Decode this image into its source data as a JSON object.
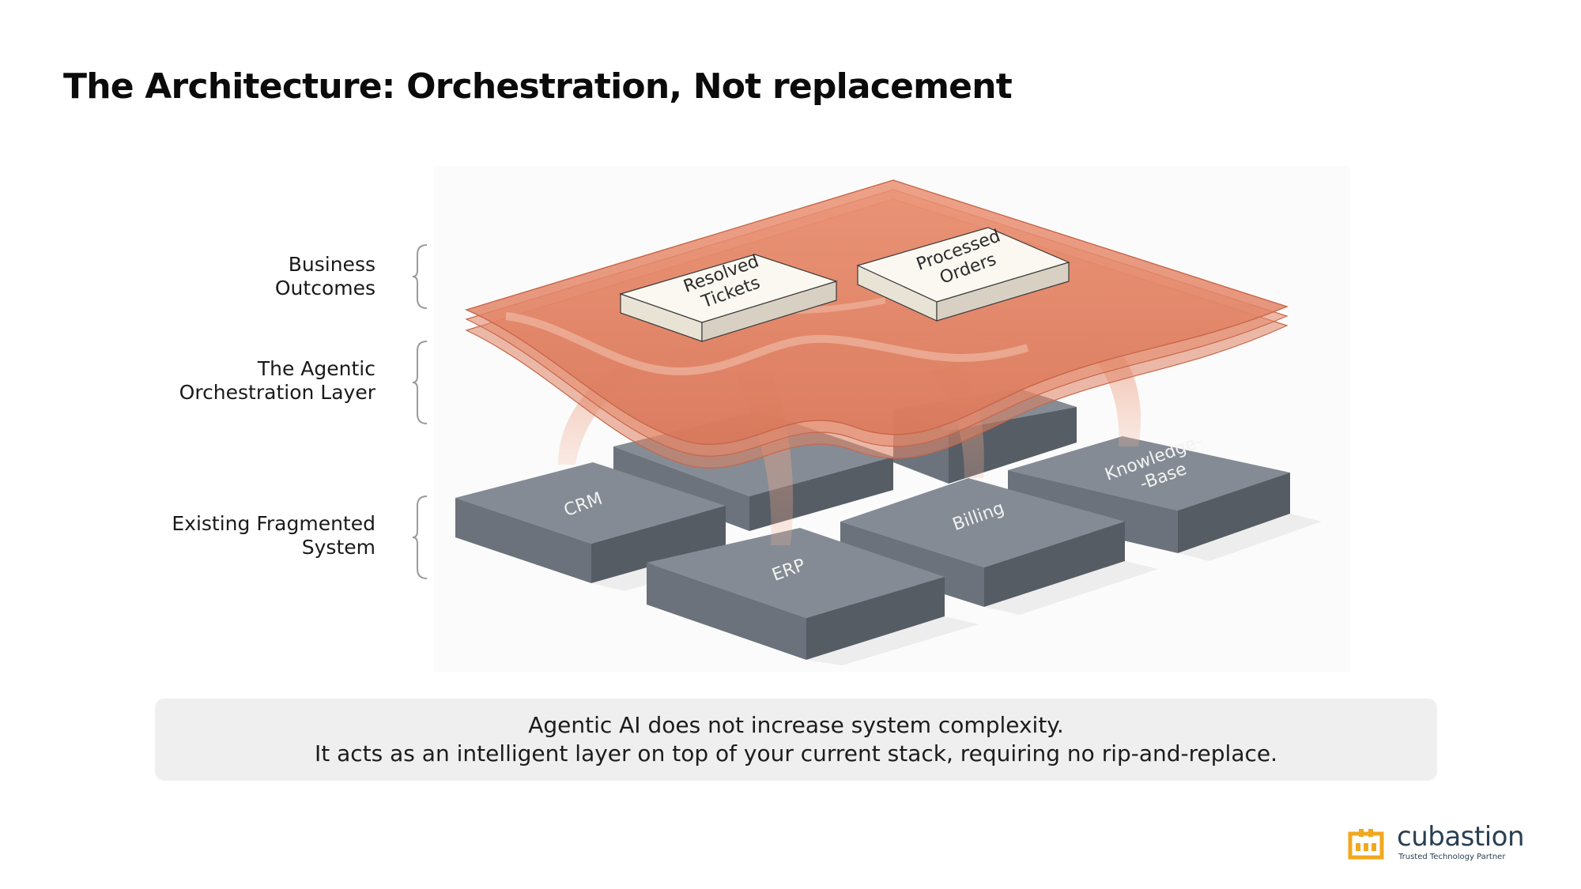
{
  "title": "The Architecture: Orchestration, Not replacement",
  "layers": [
    {
      "line1": "Business",
      "line2": "Outcomes"
    },
    {
      "line1": "The Agentic",
      "line2": "Orchestration Layer"
    },
    {
      "line1": "Existing Fragmented",
      "line2": "System"
    }
  ],
  "outcomes": [
    {
      "line1": "Resolved",
      "line2": "Tickets"
    },
    {
      "line1": "Processed",
      "line2": "Orders"
    }
  ],
  "systems": {
    "crm": "CRM",
    "erp": "ERP",
    "billing": "Billing",
    "knowledge_line1": "Knowledge-",
    "knowledge_line2": "-Base"
  },
  "caption": {
    "line1": "Agentic AI does not increase system complexity.",
    "line2": "It acts as an intelligent layer on top of your current stack, requiring no rip-and-replace."
  },
  "logo": {
    "name": "cubastion",
    "tagline": "Trusted Technology Partner"
  },
  "colors": {
    "plate": "#e8896a",
    "block_top": "#868d96",
    "block_front": "#6b727b",
    "block_side": "#565c64",
    "logo_accent": "#f0a81e",
    "caption_bg": "#efefef"
  }
}
